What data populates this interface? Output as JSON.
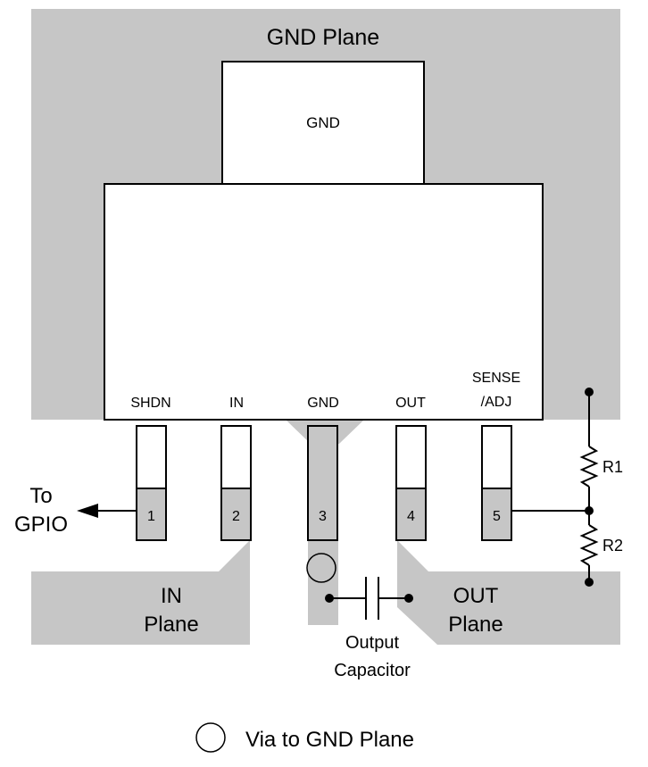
{
  "colors": {
    "plane": "#c6c6c6",
    "body": "#ffffff",
    "stroke": "#000000",
    "pin_pad": "#c6c6c6"
  },
  "ground_plane": {
    "title": "GND Plane"
  },
  "package": {
    "tab_label": "GND"
  },
  "pins": [
    {
      "name": "SHDN",
      "number": "1"
    },
    {
      "name": "IN",
      "number": "2"
    },
    {
      "name": "GND",
      "number": "3"
    },
    {
      "name": "OUT",
      "number": "4"
    },
    {
      "name": "SENSE",
      "name_line2": "/ADJ",
      "number": "5"
    }
  ],
  "gpio": {
    "line1": "To",
    "line2": "GPIO"
  },
  "in_plane": {
    "line1": "IN",
    "line2": "Plane"
  },
  "out_plane": {
    "line1": "OUT",
    "line2": "Plane"
  },
  "capacitor": {
    "line1": "Output",
    "line2": "Capacitor"
  },
  "resistors": {
    "r1": "R1",
    "r2": "R2"
  },
  "legend": {
    "via_icon": "circle-outline",
    "via_label": "Via to GND Plane"
  }
}
